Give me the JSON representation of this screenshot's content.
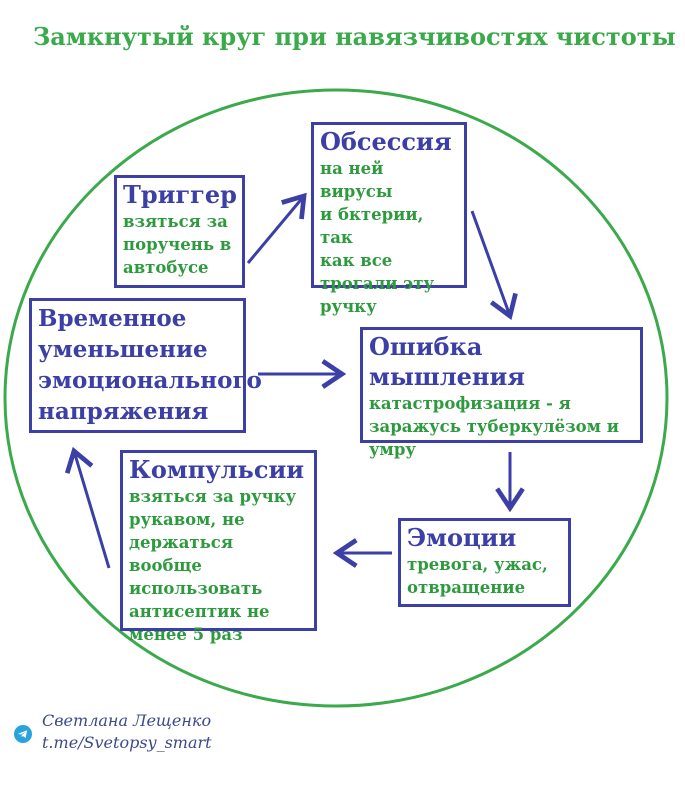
{
  "title": "Замкнутый круг при навязчивостях чистоты",
  "boxes": {
    "trigger": {
      "title": "Триггер",
      "lines": [
        "взяться за",
        "поручень в",
        "автобусе"
      ]
    },
    "obsession": {
      "title": "Обсессия",
      "lines": [
        "на ней вирусы",
        "и бктерии, так",
        "как все",
        "трогали эту",
        "ручку"
      ]
    },
    "error": {
      "title": "Ошибка мышления",
      "lines": [
        "катастрофизация - я",
        "заражусь туберкулёзом и",
        "умру"
      ]
    },
    "emotions": {
      "title": "Эмоции",
      "lines": [
        "тревога, ужас,",
        "отвращение"
      ]
    },
    "compulsions": {
      "title": "Компульсии",
      "lines": [
        "взяться за ручку",
        "рукавом, не",
        "держаться вообще",
        "использовать",
        "антисептик не",
        "менее 5 раз"
      ]
    },
    "relief": {
      "title_lines": [
        "Временное",
        "уменьшение",
        "эмоционального",
        "напряжения"
      ]
    }
  },
  "footer": {
    "author": "Светлана Лещенко",
    "link": "t.me/Svetopsy_smart"
  },
  "colors": {
    "circle": "#3aaa4a",
    "box_border": "#3b3fa6",
    "box_title": "#3b3fa6",
    "box_body": "#2e9a3e",
    "arrow": "#3b3fa6",
    "telegram": "#2aa3dc"
  },
  "icons": {
    "footer_icon": "telegram-icon"
  }
}
